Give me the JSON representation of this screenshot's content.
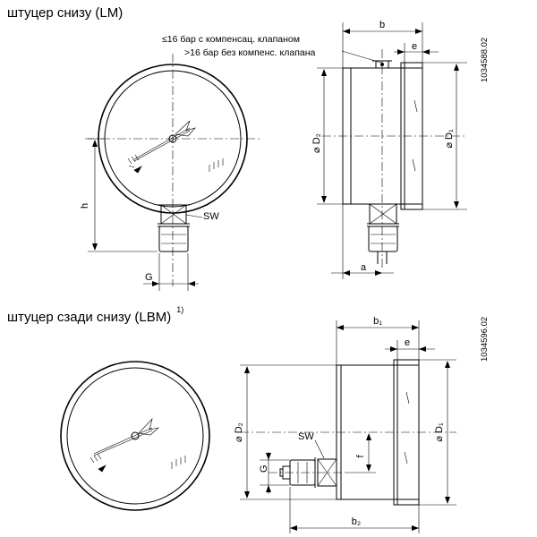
{
  "top": {
    "title": "штуцер снизу (LM)",
    "note_le16": "≤16 бар с компенсац. клапаном",
    "note_gt16": ">16 бар без компенс. клапана",
    "code": "1034588.02",
    "dims": {
      "b": "b",
      "e": "e",
      "d2": "⌀ D₂",
      "d1": "⌀ D₁",
      "h": "h",
      "sw": "SW",
      "g": "G",
      "a": "a"
    }
  },
  "bottom": {
    "title": "штуцер сзади снизу (LBM)",
    "footnote": "1)",
    "code": "1034596.02",
    "dims": {
      "b1": "b₁",
      "e": "e",
      "d2": "⌀ D₂",
      "d1": "⌀ D₁",
      "sw": "SW",
      "f": "f",
      "g": "G",
      "b2": "b₂"
    }
  }
}
